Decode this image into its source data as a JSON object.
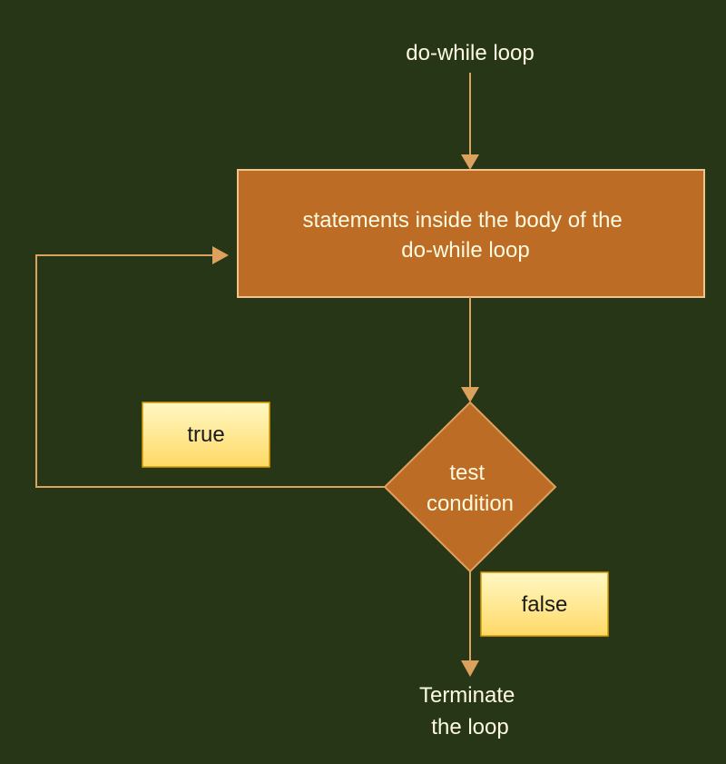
{
  "start": {
    "label": "do-while loop"
  },
  "body": {
    "lines": [
      "statements inside the body of the",
      "do-while loop"
    ]
  },
  "decision": {
    "lines": [
      "test",
      "condition"
    ]
  },
  "branch_true": {
    "label": "true"
  },
  "branch_false": {
    "label": "false"
  },
  "end": {
    "lines": [
      "Terminate",
      "the loop"
    ]
  },
  "colors": {
    "background": "#283618",
    "accent": "#dda15e",
    "node_fill": "#bc6c25",
    "label_fill": "#fff2a8",
    "text_light": "#fefae0"
  }
}
